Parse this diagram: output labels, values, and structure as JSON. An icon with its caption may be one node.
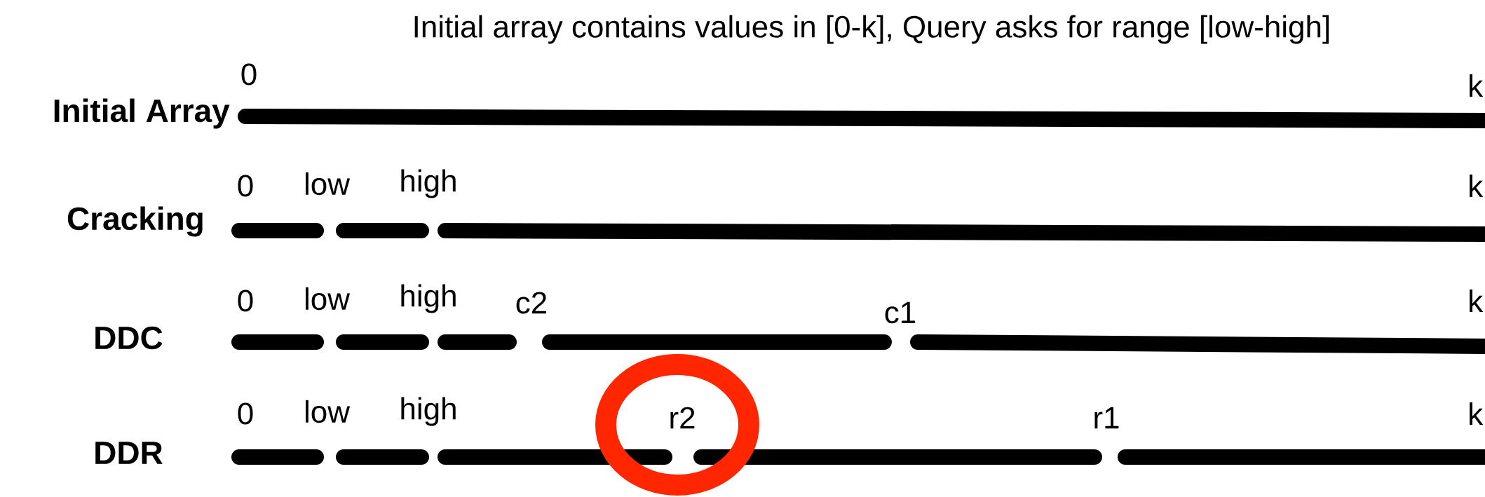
{
  "diagram": {
    "title": "Initial array contains values in [0-k], Query asks for range [low-high]",
    "labels": [
      "0",
      "Initial Array",
      "k",
      "0",
      "low",
      "high",
      "k",
      "Cracking",
      "0",
      "low",
      "high",
      "c2",
      "k",
      "c1",
      "DDC",
      "0",
      "low",
      "high",
      "r2",
      "r1",
      "k",
      "DDR"
    ]
  }
}
